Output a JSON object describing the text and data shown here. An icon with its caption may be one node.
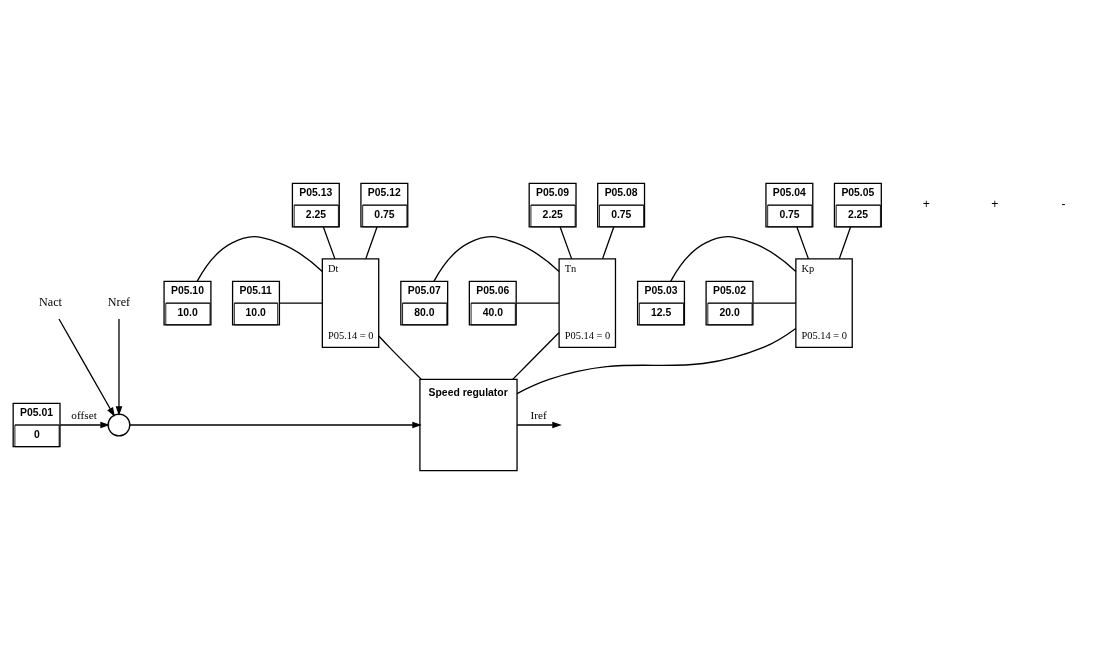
{
  "diagram": {
    "nodes": [
      {
        "text": [
          "P05.04",
          "0.75"
        ]
      },
      {
        "text": [
          "P05.05",
          "2.25"
        ]
      },
      {
        "text": [
          "P05.08",
          "0.75"
        ]
      },
      {
        "text": [
          "P05.09",
          "2.25"
        ]
      },
      {
        "text": [
          "P05.12",
          "0.75"
        ]
      },
      {
        "text": [
          "P05.13",
          "2.25"
        ]
      },
      {
        "text": [
          "P05.02",
          "20.0"
        ]
      },
      {
        "text": [
          "Kp",
          "P05.14 = 0"
        ]
      },
      {
        "text": [
          "P05.07",
          "80.0"
        ]
      },
      {
        "text": [
          "Tn",
          "P05.14 = 0"
        ]
      },
      {
        "text": [
          "P05.10",
          "10.0"
        ]
      },
      {
        "text": [
          "Dt",
          "P05.14 = 0"
        ]
      },
      {
        "text": [
          "P05.03",
          "12.5"
        ]
      },
      {
        "text": [
          "P05.06",
          "40.0"
        ]
      },
      {
        "text": [
          "P05.11",
          "10.0"
        ]
      },
      {
        "text": [
          "Nref"
        ]
      },
      {
        "text": [
          "Speed regulator"
        ]
      },
      {
        "text": [
          "P05.01",
          "0"
        ]
      },
      {
        "text": [],
        "shape": "circle"
      },
      {
        "text": [
          "Nact"
        ]
      }
    ],
    "edges": [
      {
        "from": 0,
        "to": 7,
        "arrow": "none"
      },
      {
        "from": 1,
        "to": 7,
        "arrow": "none"
      },
      {
        "from": 6,
        "to": 7,
        "arrow": "none"
      },
      {
        "from": 12,
        "to": 7,
        "arrow": "none"
      },
      {
        "from": 2,
        "to": 9,
        "arrow": "none"
      },
      {
        "from": 3,
        "to": 9,
        "arrow": "none"
      },
      {
        "from": 8,
        "to": 9,
        "arrow": "none"
      },
      {
        "from": 13,
        "to": 9,
        "arrow": "none"
      },
      {
        "from": 4,
        "to": 11,
        "arrow": "none"
      },
      {
        "from": 5,
        "to": 11,
        "arrow": "none"
      },
      {
        "from": 10,
        "to": 11,
        "arrow": "none"
      },
      {
        "from": 14,
        "to": 11,
        "arrow": "none"
      },
      {
        "from": 7,
        "to": 16,
        "arrow": "none"
      },
      {
        "from": 9,
        "to": 16,
        "arrow": "none"
      },
      {
        "from": 11,
        "to": 16,
        "arrow": "none"
      },
      {
        "from": 15,
        "to": 18,
        "arrow": "to"
      },
      {
        "from": 17,
        "to": 18,
        "arrow": "to",
        "label": "offset"
      },
      {
        "from": 19,
        "to": 18,
        "arrow": "to"
      },
      {
        "from": 18,
        "to": 16,
        "arrow": "to"
      },
      {
        "from": 16,
        "to": null,
        "arrow": "to",
        "label": "Iref"
      }
    ],
    "labels": [
      "+",
      "+",
      "-"
    ]
  }
}
